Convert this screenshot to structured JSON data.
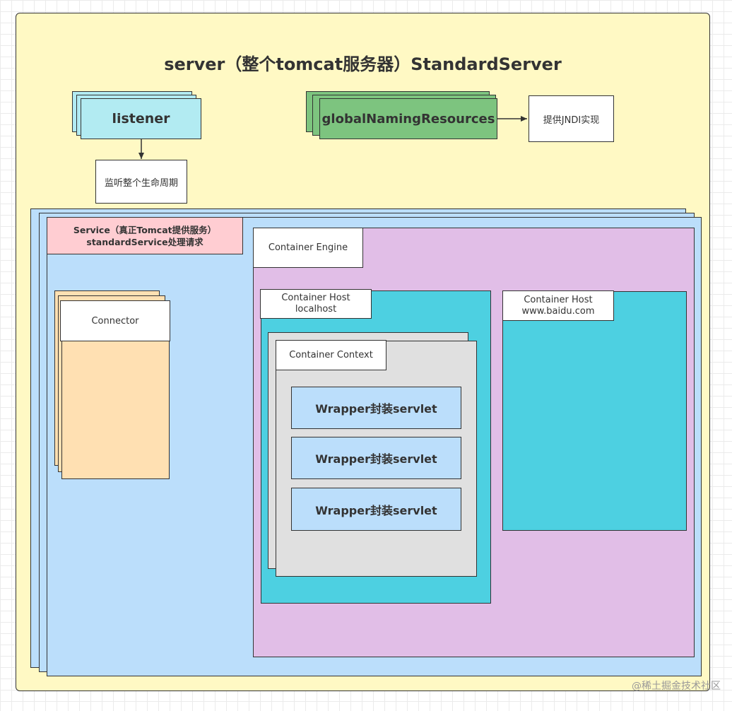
{
  "server": {
    "title": "server（整个tomcat服务器）StandardServer"
  },
  "listener": {
    "label": "listener",
    "note": "监听整个生命周期"
  },
  "naming": {
    "label": "globalNamingResources",
    "note": "提供JNDI实现"
  },
  "service": {
    "line1": "Service（真正Tomcat提供服务）",
    "line2": "standardService处理请求"
  },
  "connector": {
    "label": "Connector"
  },
  "engine": {
    "label": "Container Engine"
  },
  "host_localhost": {
    "line1": "Container Host",
    "line2": "localhost"
  },
  "host_baidu": {
    "line1": "Container Host",
    "line2": "www.baidu.com"
  },
  "context": {
    "label": "Container Context"
  },
  "wrappers": [
    "Wrapper封装servlet",
    "Wrapper封装servlet",
    "Wrapper封装servlet"
  ],
  "watermark": "@稀土掘金技术社区",
  "colors": {
    "server_bg": "#fff9c4",
    "listener_bg": "#b2ebf2",
    "naming_bg": "#7dc47f",
    "service_bg": "#bbdefb",
    "service_label_bg": "#ffcdd2",
    "connector_bg": "#ffe0b2",
    "engine_bg": "#e1bee7",
    "host_bg": "#4dd0e1",
    "context_bg": "#e0e0e0",
    "wrapper_bg": "#bbdefb"
  }
}
